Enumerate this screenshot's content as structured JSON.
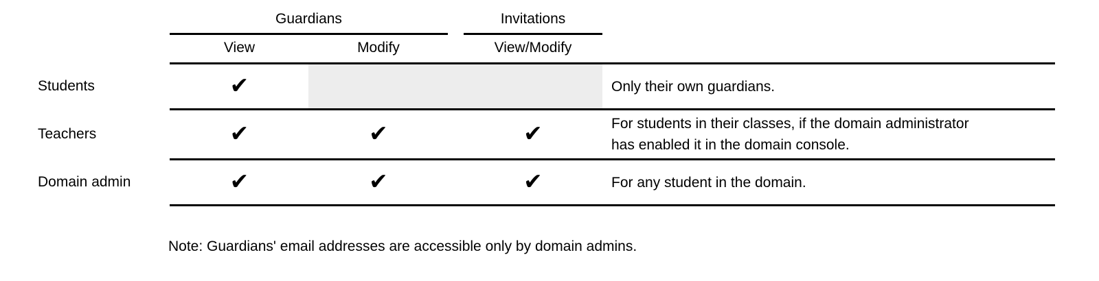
{
  "table": {
    "column_groups": [
      {
        "label": "Guardians",
        "columns": [
          "View",
          "Modify"
        ]
      },
      {
        "label": "Invitations",
        "columns": [
          "View/Modify"
        ]
      }
    ],
    "column_headers": [
      "View",
      "Modify",
      "View/Modify"
    ],
    "rows": [
      {
        "label": "Students",
        "cells": [
          "✔",
          "",
          ""
        ],
        "cells_shaded": [
          false,
          true,
          true
        ],
        "note_lines": [
          "Only their own guardians."
        ]
      },
      {
        "label": "Teachers",
        "cells": [
          "✔",
          "✔",
          "✔"
        ],
        "cells_shaded": [
          false,
          false,
          false
        ],
        "note_lines": [
          "For students in their classes, if the domain administrator",
          "has enabled it in the domain console."
        ]
      },
      {
        "label": "Domain admin",
        "cells": [
          "✔",
          "✔",
          "✔"
        ],
        "cells_shaded": [
          false,
          false,
          false
        ],
        "note_lines": [
          "For any student in the domain."
        ]
      }
    ]
  },
  "footnote": "Note: Guardians' email addresses are accessible only by domain admins.",
  "icons": {
    "check_glyph": "✔"
  },
  "colors": {
    "text": "#000000",
    "line": "#000000",
    "disabled_cell": "#ededed",
    "background": "#ffffff"
  }
}
